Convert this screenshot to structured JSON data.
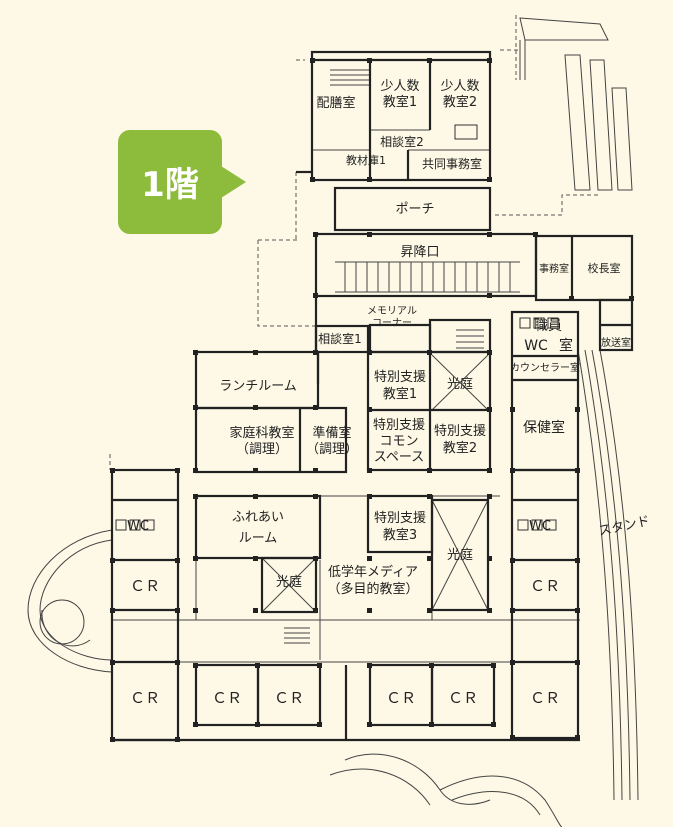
{
  "floor_badge": {
    "label": "1階",
    "color": "#8dbb3c"
  },
  "colors": {
    "background": "#fdf9e6",
    "wall": "#222222",
    "thin_line": "#555555"
  },
  "rooms": {
    "haizenshitsu": "配膳室",
    "shoninzu1_a": "少人数",
    "shoninzu1_b": "教室1",
    "shoninzu2_a": "少人数",
    "shoninzu2_b": "教室2",
    "sodan2": "相談室2",
    "kyozai1": "教材庫1",
    "kyodo_jimu": "共同事務室",
    "porch": "ポーチ",
    "shokoguchi": "昇降口",
    "jimushitsu": "事務室",
    "kochoshitsu": "校長室",
    "shokuin_a": "職員",
    "shokuin_b": "室",
    "hoso": "放送室",
    "memorial_a": "メモリアル",
    "memorial_b": "コーナー",
    "sodan1": "相談室1",
    "wc": "WC",
    "lunch": "ランチルーム",
    "tokubetsu1_a": "特別支援",
    "tokubetsu1_b": "教室1",
    "kotei_1": "光庭",
    "counselor": "カウンセラー室",
    "kateika_a": "家庭科教室",
    "kateika_b": "（調理）",
    "junbi_a": "準備室",
    "junbi_b": "（調理）",
    "common_a": "特別支援",
    "common_b": "コモン",
    "common_c": "スペース",
    "tokubetsu2_a": "特別支援",
    "tokubetsu2_b": "教室2",
    "hokenshitsu": "保健室",
    "fureai_a": "ふれあい",
    "fureai_b": "ルーム",
    "tokubetsu3_a": "特別支援",
    "tokubetsu3_b": "教室3",
    "kotei_2": "光庭",
    "kotei_3": "光庭",
    "media_a": "低学年メディア",
    "media_b": "（多目的教室）",
    "stand": "スタンド",
    "cr": "ＣＲ"
  }
}
